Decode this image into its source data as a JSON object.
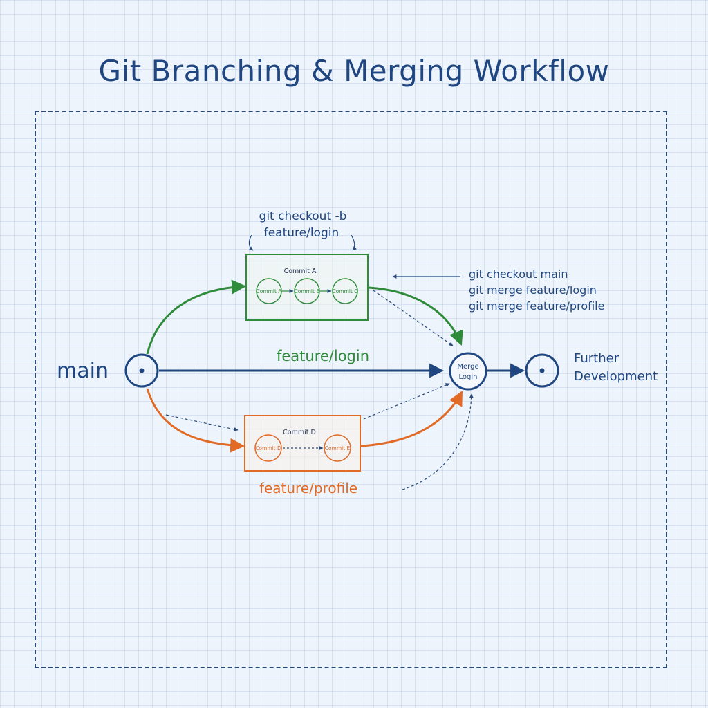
{
  "title": "Git Branching & Merging Workflow",
  "main_label": "main",
  "branch_command": [
    "git checkout -b",
    "feature/login"
  ],
  "merge_commands": [
    "git checkout main",
    "git merge feature/login",
    "git merge feature/profile"
  ],
  "feature_login": {
    "box_title": "Commit A",
    "commits": [
      "Commit A",
      "Commit B",
      "Commit C"
    ],
    "label": "feature/login"
  },
  "feature_profile": {
    "box_title": "Commit D",
    "commits": [
      "Commit D",
      "Commit E"
    ],
    "label": "feature/profile"
  },
  "merge_node": [
    "Merge",
    "Login"
  ],
  "further": [
    "Further",
    "Development"
  ],
  "colors": {
    "navy": "#1f4680",
    "green": "#2e8b3a",
    "orange": "#e06a26"
  }
}
